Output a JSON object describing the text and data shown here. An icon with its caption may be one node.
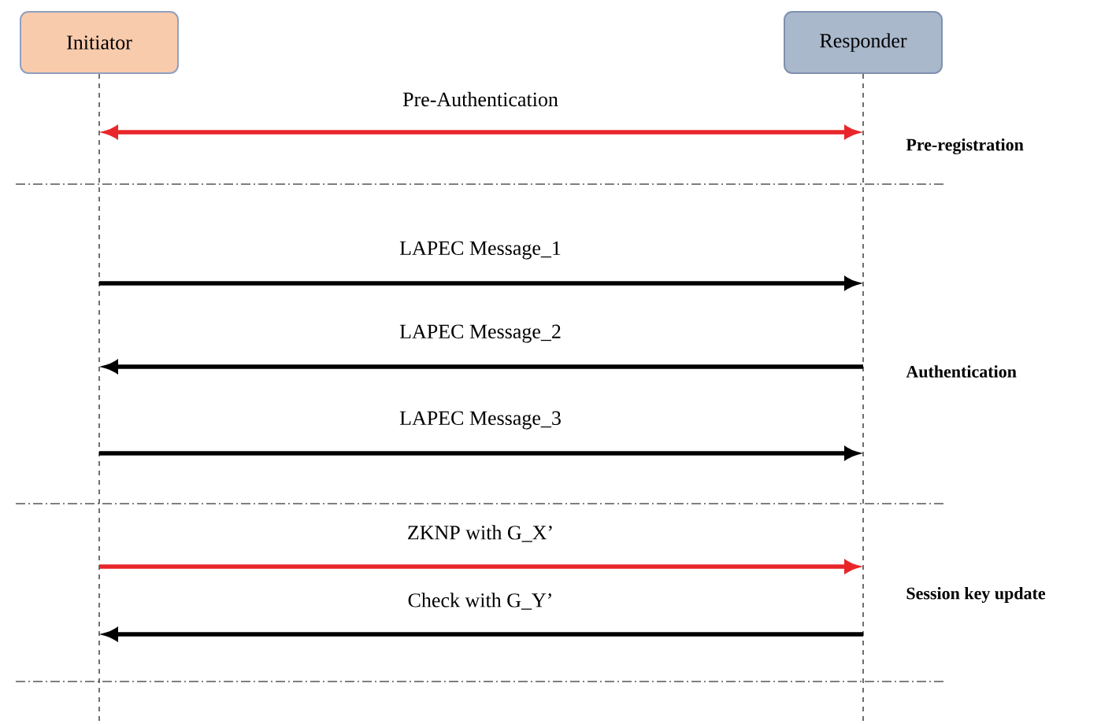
{
  "diagram": {
    "nodes": [
      {
        "text": [
          "Initiator"
        ]
      },
      {
        "text": [
          "Responder"
        ]
      },
      {
        "text": [],
        "shape": "line"
      },
      {
        "text": [],
        "shape": "line"
      }
    ],
    "edges": [
      {
        "from": 2,
        "to": 3,
        "arrow": "both",
        "label": "Pre-Authentication",
        "color": "#e8262a"
      },
      {
        "from": 2,
        "to": 3,
        "arrow": "to",
        "label": "LAPEC Message_1"
      },
      {
        "from": 3,
        "to": 2,
        "arrow": "to",
        "label": "LAPEC Message_2"
      },
      {
        "from": 2,
        "to": 3,
        "arrow": "to",
        "label": "LAPEC Message_3"
      },
      {
        "from": 2,
        "to": 3,
        "arrow": "to",
        "label": "ZKNP with G_X’",
        "color": "#e8262a"
      },
      {
        "from": 3,
        "to": 2,
        "arrow": "to",
        "label": "Check with G_Y’"
      }
    ],
    "labels": [
      "Pre-registration",
      "Authentication",
      "Session key update"
    ]
  }
}
